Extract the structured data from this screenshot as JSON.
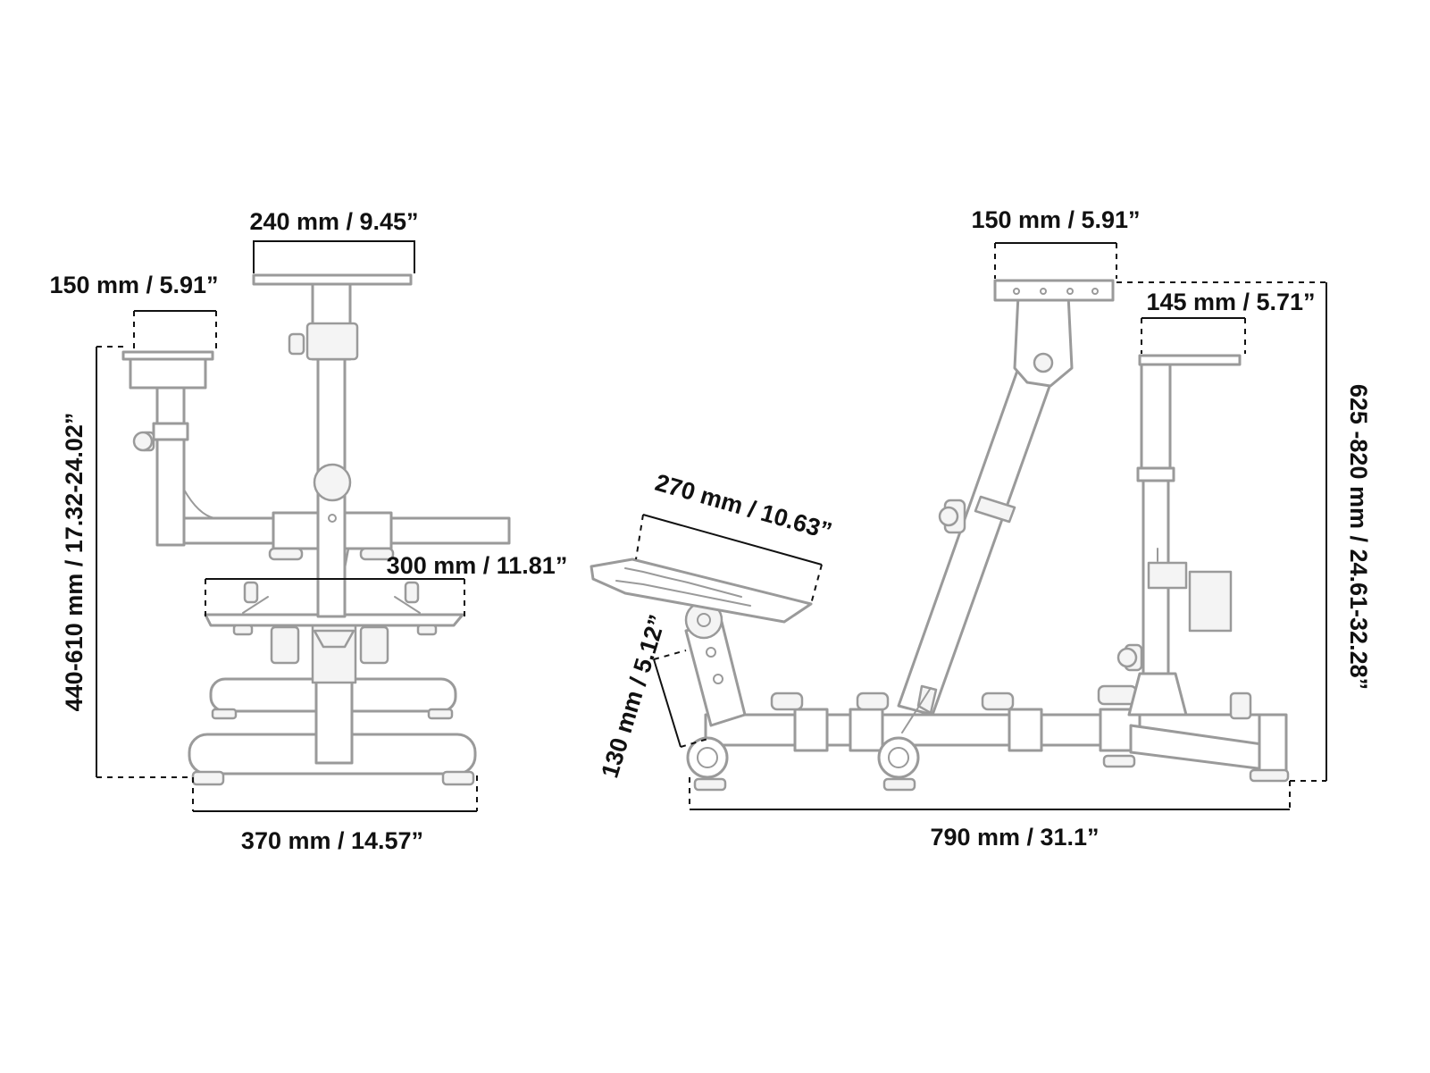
{
  "front_view": {
    "top_plate_width": "240 mm / 9.45”",
    "side_plate_width": "150 mm / 5.91”",
    "height_range": "440-610 mm / 17.32-24.02”",
    "pedal_plate_width": "300 mm / 11.81”",
    "base_width": "370 mm / 14.57”"
  },
  "side_view": {
    "top_plate_width": "150 mm / 5.91”",
    "shifter_plate_width": "145 mm / 5.71”",
    "height_range": "625 -820 mm / 24.61-32.28”",
    "pedal_plate_length": "270 mm / 10.63”",
    "pedal_riser_height": "130 mm / 5.12”",
    "base_length": "790 mm / 31.1”"
  },
  "colors": {
    "dimension": "#111111",
    "part_outline": "#9a9a9a"
  }
}
